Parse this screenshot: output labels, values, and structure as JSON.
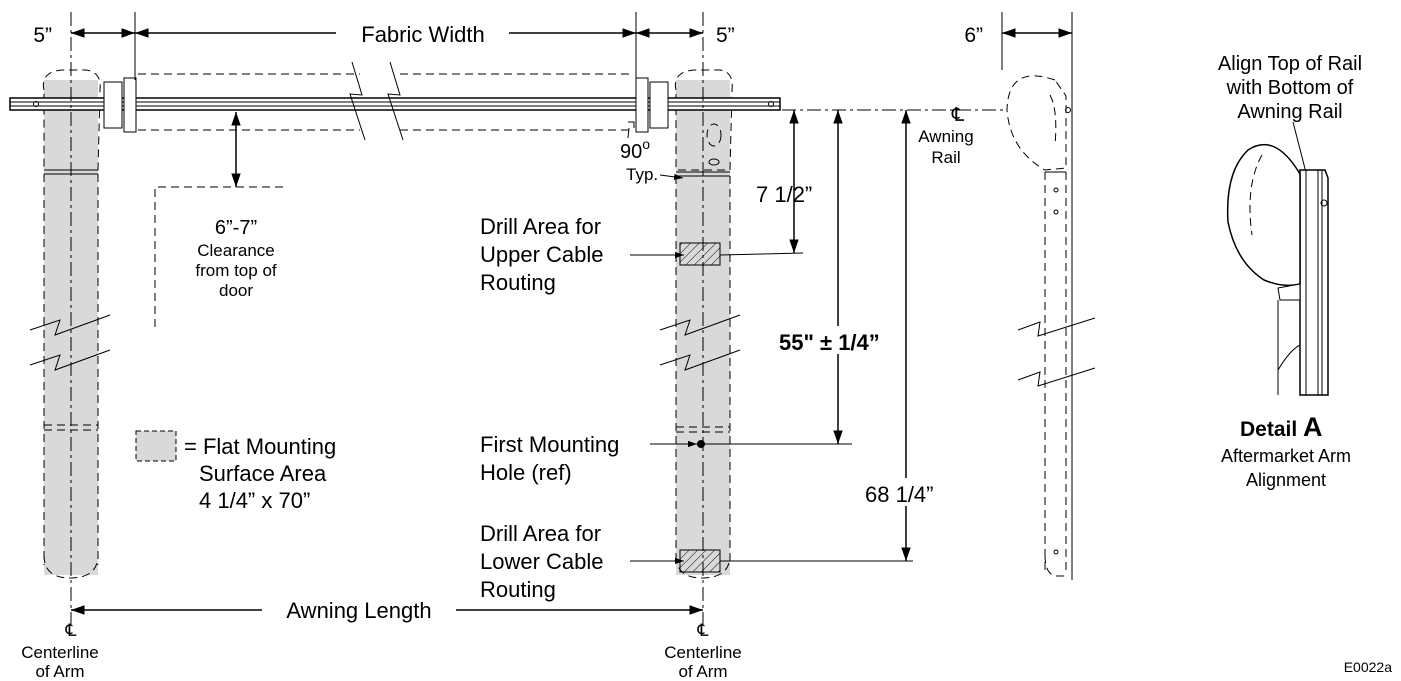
{
  "dimensions": {
    "left_arm_offset": "5”",
    "fabric_width": "Fabric Width",
    "right_arm_offset": "5”",
    "side_offset": "6”",
    "clearance_value": "6”-7”",
    "clearance_line1": "Clearance",
    "clearance_line2": "from top of",
    "clearance_line3": "door",
    "angle_value": "90",
    "angle_degree": "o",
    "angle_typ": "Typ.",
    "upper_drop": "7 1/2”",
    "mount_hole_height": "55\" ± 1/4”",
    "total_height": "68 1/4”",
    "awning_length": "Awning Length"
  },
  "labels": {
    "drill_upper_1": "Drill Area for",
    "drill_upper_2": "Upper Cable",
    "drill_upper_3": "Routing",
    "first_hole_1": "First Mounting",
    "first_hole_2": "Hole (ref)",
    "drill_lower_1": "Drill Area for",
    "drill_lower_2": "Lower Cable",
    "drill_lower_3": "Routing",
    "awning_rail_symbol": "℄",
    "awning_rail_1": "Awning",
    "awning_rail_2": "Rail",
    "centerline_symbol": "℄",
    "centerline_left_1": "Centerline",
    "centerline_left_2": "of Arm",
    "centerline_right_1": "Centerline",
    "centerline_right_2": "of Arm"
  },
  "legend": {
    "eq": "= Flat Mounting",
    "line2": "Surface Area",
    "line3": "4 1/4” x 70”"
  },
  "detail": {
    "note_1": "Align Top of Rail",
    "note_2": "with Bottom of",
    "note_3": "Awning Rail",
    "title_word": "Detail",
    "title_letter": "A",
    "caption_1": "Aftermarket Arm",
    "caption_2": "Alignment"
  },
  "drawing_id": "E0022a",
  "colors": {
    "mounting_surface_fill": "#d9d9d9",
    "line": "#000000"
  }
}
